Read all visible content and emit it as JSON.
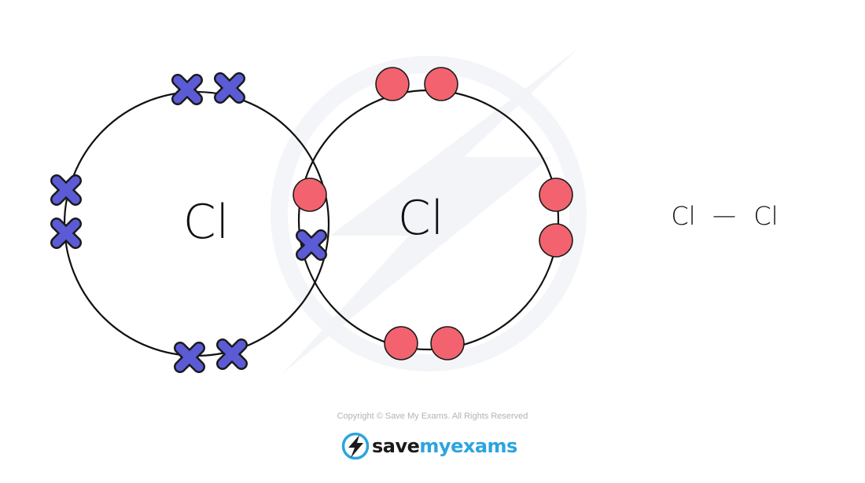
{
  "diagram": {
    "atom_left": {
      "symbol": "Cl",
      "electron_marker": "cross",
      "outer_electrons": 7
    },
    "atom_right": {
      "symbol": "Cl",
      "electron_marker": "dot",
      "outer_electrons": 7
    },
    "shared_pair": [
      "dot",
      "cross"
    ],
    "structural_formula": {
      "left": "Cl",
      "bond": "—",
      "right": "Cl"
    }
  },
  "colors": {
    "cross": "#5b5bd6",
    "dot": "#f2636f",
    "outline": "#111111",
    "watermark": "#f2f4f7",
    "brand_dark": "#1a1a1a",
    "brand_blue": "#2ba4e0"
  },
  "footer": {
    "copyright": "Copyright © Save My Exams. All Rights Reserved",
    "brand_part1": "save",
    "brand_part2": "my",
    "brand_part3": "exams"
  }
}
